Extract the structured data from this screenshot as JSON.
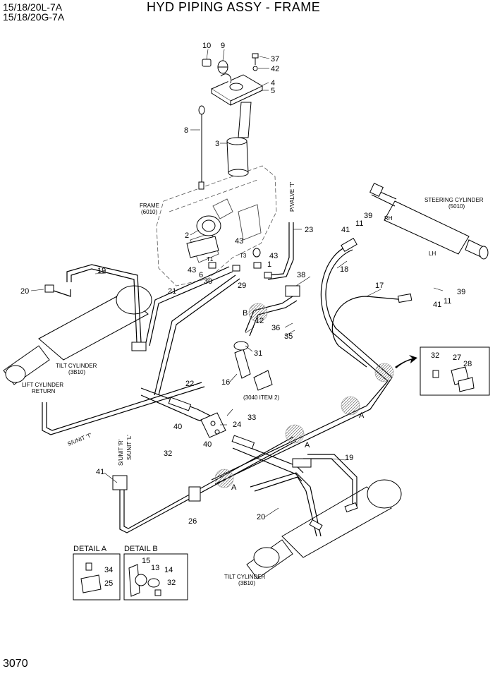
{
  "header": {
    "model_line_1": "15/18/20L-7A",
    "model_line_2": "15/18/20G-7A",
    "title": "HYD PIPING ASSY - FRAME",
    "page_number": "3070"
  },
  "callouts": [
    "10",
    "9",
    "37",
    "42",
    "4",
    "5",
    "8",
    "3",
    "2",
    "43",
    "43",
    "1",
    "43",
    "6",
    "30",
    "29",
    "21",
    "22",
    "23",
    "39",
    "11",
    "41",
    "18",
    "38",
    "B",
    "12",
    "36",
    "35",
    "31",
    "16",
    "17",
    "39",
    "11",
    "41",
    "19",
    "20",
    "33",
    "24",
    "40",
    "40",
    "32",
    "26",
    "A",
    "A",
    "A",
    "19",
    "20",
    "32",
    "27",
    "28",
    "41"
  ],
  "labels": {
    "frame": "FRAME",
    "frame_ref": "(6010)",
    "steering_cylinder": "STEERING CYLINDER",
    "steering_ref": "(5010)",
    "tilt_cylinder_1": "TILT CYLINDER",
    "tilt_ref_1": "(3B10)",
    "lift_return_1": "LIFT CYLINDER",
    "lift_return_2": "RETURN",
    "item_ref": "(3040 ITEM 2)",
    "pvalve": "P/VALVE 'T'",
    "sunit_t": "S/UNIT 'T'",
    "sunit_r": "S/UNIT 'R'",
    "sunit_l": "S/UNIT 'L'",
    "tilt_cylinder_2": "TILT CYLINDER",
    "tilt_ref_2": "(3B10)",
    "rh": "RH",
    "lh": "LH",
    "t1": "T1",
    "t3": "T3"
  },
  "detail_a": {
    "title": "DETAIL A",
    "parts": [
      "34",
      "25"
    ]
  },
  "detail_b": {
    "title": "DETAIL B",
    "parts": [
      "15",
      "13",
      "14",
      "32"
    ]
  }
}
